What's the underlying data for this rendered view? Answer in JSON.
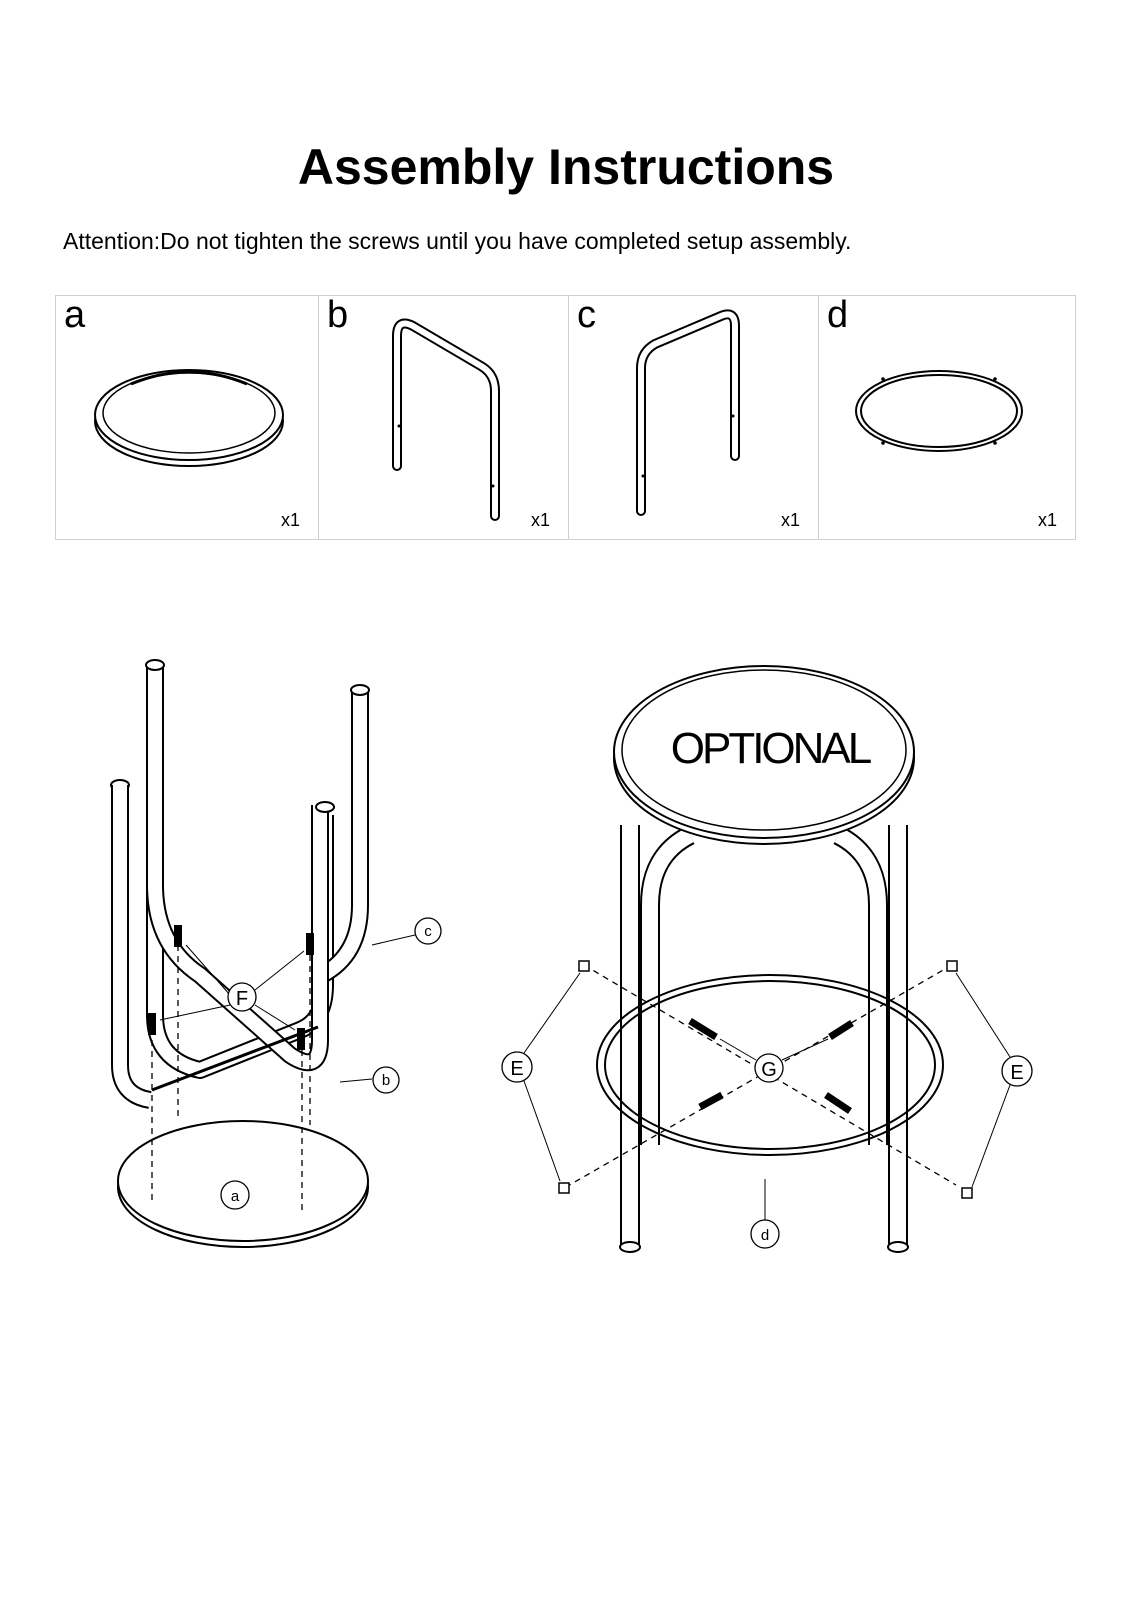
{
  "title": "Assembly Instructions",
  "attention": "Attention:Do not tighten the screws until you have completed setup assembly.",
  "parts": [
    {
      "letter": "a",
      "qty": "x1"
    },
    {
      "letter": "b",
      "qty": "x1"
    },
    {
      "letter": "c",
      "qty": "x1"
    },
    {
      "letter": "d",
      "qty": "x1"
    }
  ],
  "step1": {
    "labels": {
      "c": "c",
      "b": "b",
      "a": "a",
      "F": "F"
    }
  },
  "step2": {
    "optional": "OPTIONAL",
    "labels": {
      "E_left": "E",
      "E_right": "E",
      "G": "G",
      "d": "d"
    }
  }
}
